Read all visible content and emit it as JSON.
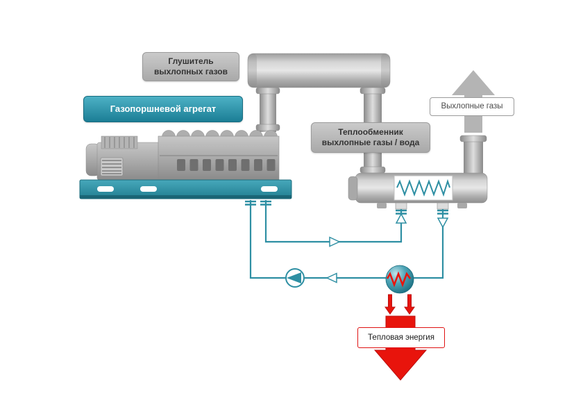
{
  "diagram": {
    "background": "#ffffff",
    "boxes": {
      "muffler": {
        "line1": "Глушитель",
        "line2": "выхлопных газов"
      },
      "engine": {
        "label": "Газопоршневой агрегат"
      },
      "heat_exchanger": {
        "line1": "Теплообменник",
        "line2": "выхлопные газы / вода"
      },
      "exhaust_gases": {
        "label": "Выхлопные газы"
      },
      "thermal_energy": {
        "label": "Тепловая энергия"
      }
    },
    "colors": {
      "pipe_teal": "#2e8fa3",
      "teal_box_top": "#4db1c5",
      "teal_box_bottom": "#1b7e95",
      "red": "#e8140c",
      "red_outline": "#bb0f0f",
      "gray_arrow": "#b4b4b4",
      "gray_box_border": "#9b9b9b",
      "label_text": "#333333"
    }
  }
}
